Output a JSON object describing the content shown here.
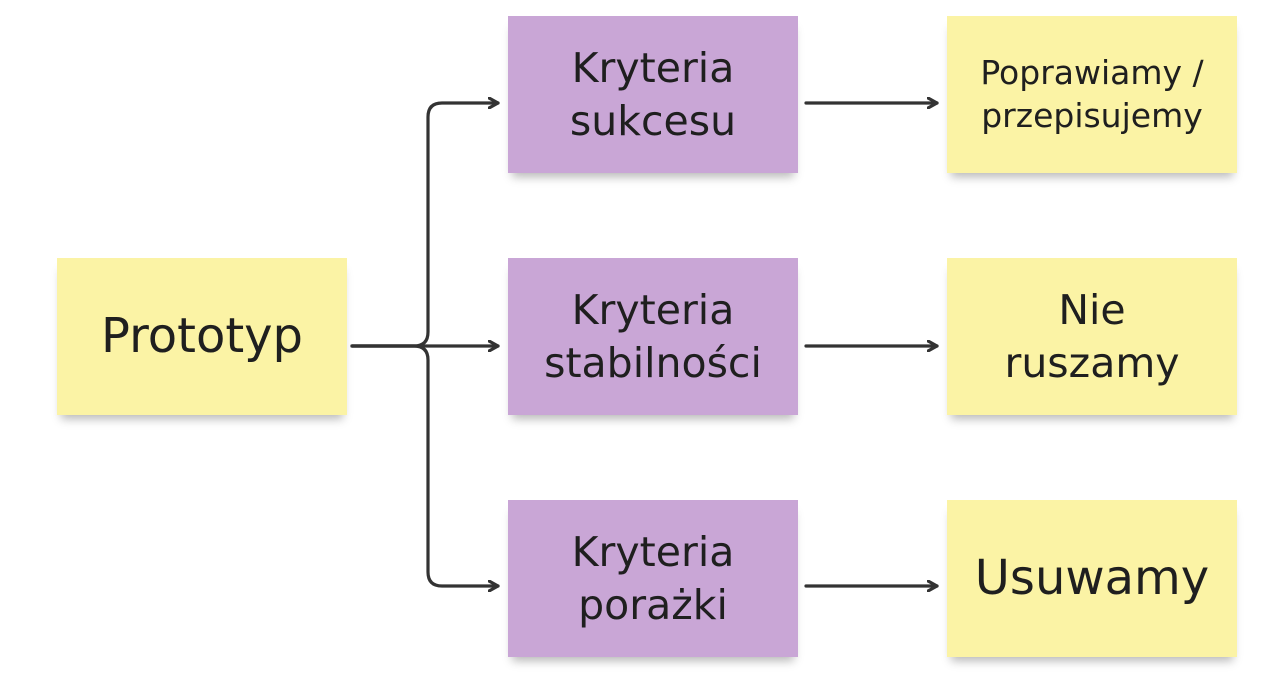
{
  "nodes": {
    "prototype": "Prototyp",
    "success_criteria": "Kryteria\nsukcesu",
    "stability_criteria": "Kryteria\nstabilności",
    "failure_criteria": "Kryteria\nporażki",
    "fix_rewrite": "Poprawiamy /\nprzepisujemy",
    "dont_touch": "Nie\nruszamy",
    "delete": "Usuwamy"
  },
  "colors": {
    "yellow_note": "#fbf3a5",
    "purple_note": "#c9a6d6",
    "connector": "#333333"
  }
}
